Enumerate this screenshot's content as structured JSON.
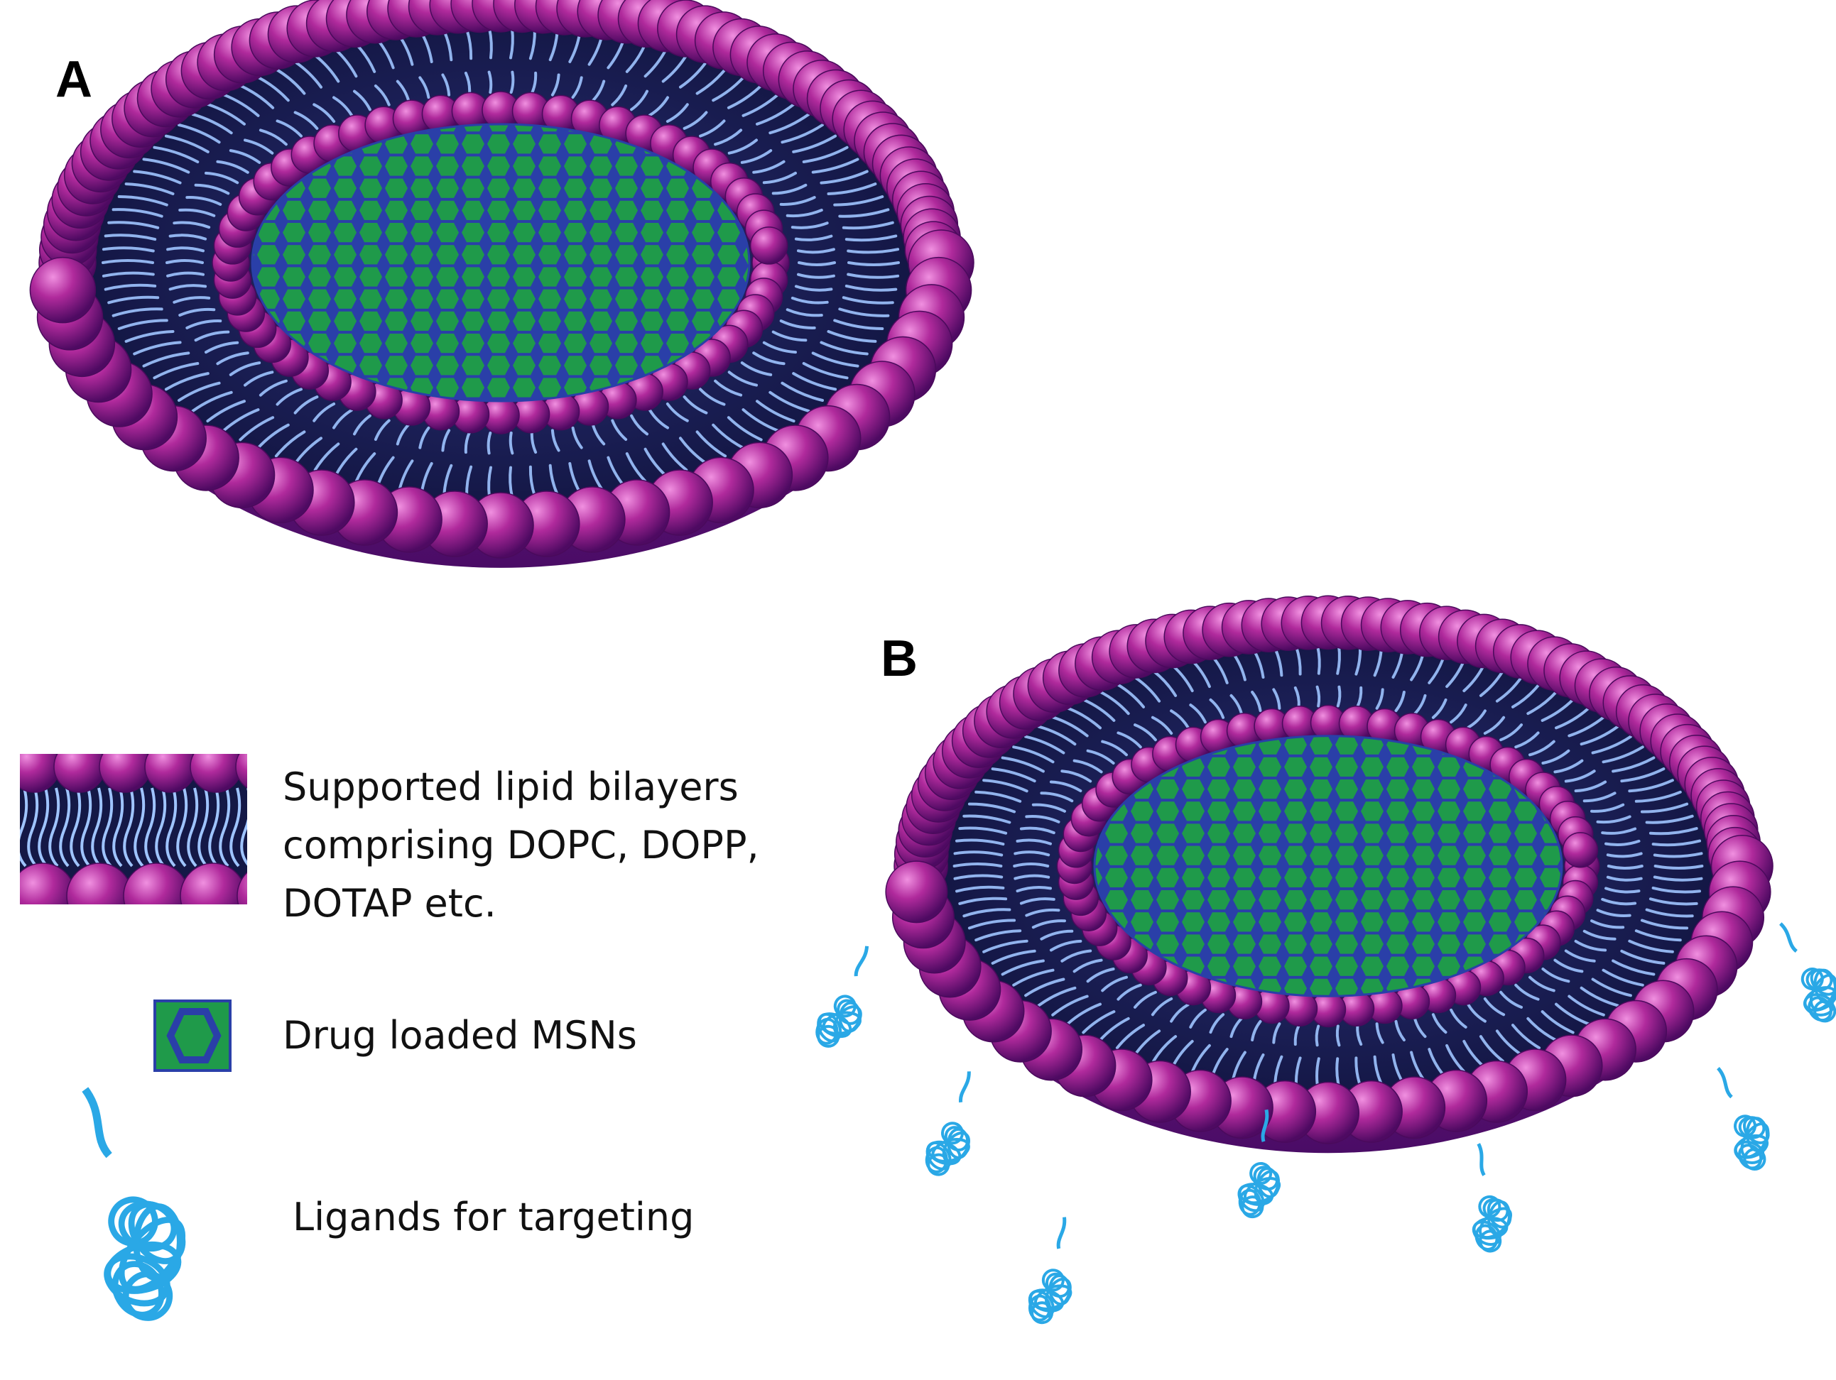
{
  "panels": {
    "a": {
      "label": "A"
    },
    "b": {
      "label": "B"
    }
  },
  "legend": {
    "lipid": {
      "line1": "Supported lipid bilayers",
      "line2": "comprising DOPC, DOPP,",
      "line3": "DOTAP etc."
    },
    "msn": {
      "text": "Drug loaded MSNs"
    },
    "ligand": {
      "text": "Ligands for targeting"
    }
  },
  "colors": {
    "lipid_head": "#a0248c",
    "lipid_head_light": "#e070d0",
    "lipid_head_dark": "#5a0c6e",
    "lipid_tail": "#9fc4ff",
    "bilayer_core": "#1b1f5e",
    "msn_fill": "#1f9a4a",
    "msn_edge": "#2a3fa8",
    "ligand": "#2aa8e6"
  }
}
